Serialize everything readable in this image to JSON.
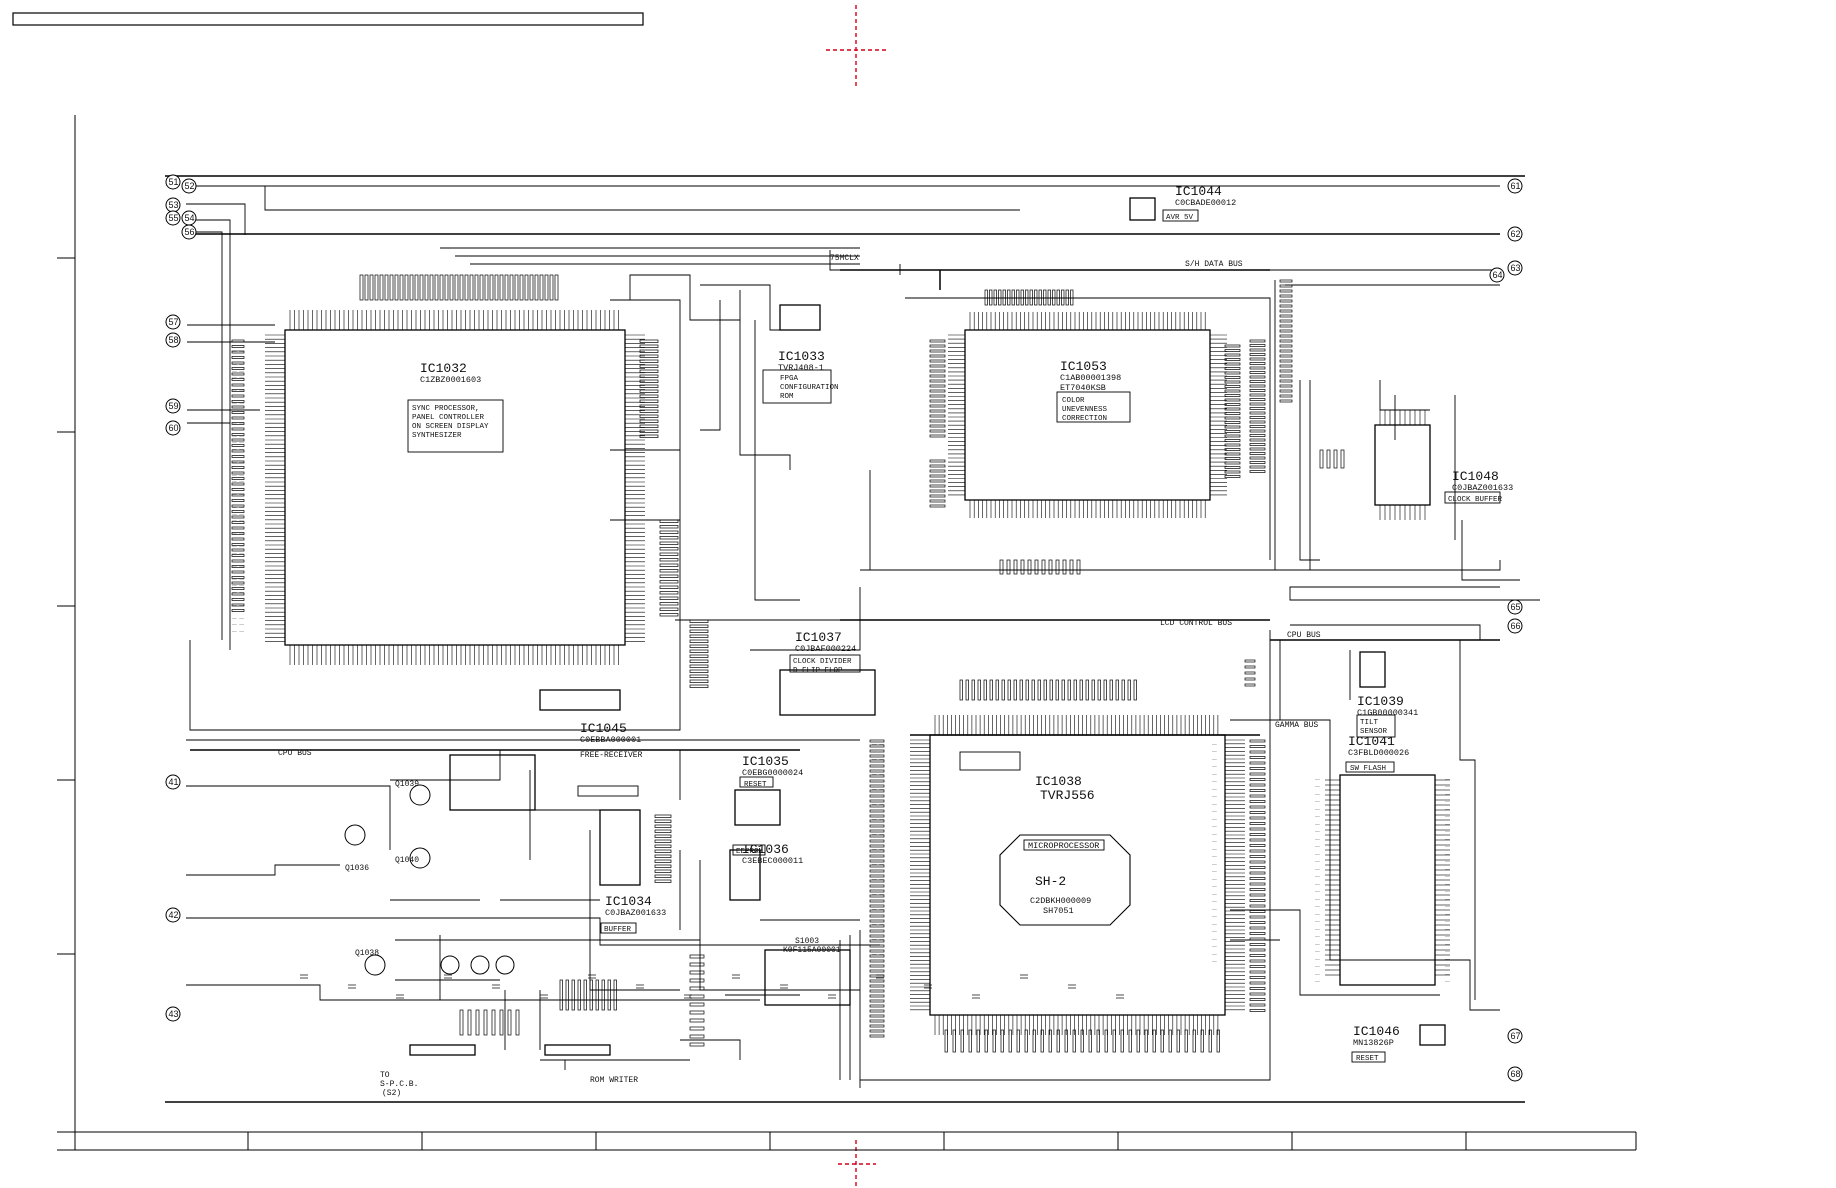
{
  "schematic": {
    "ics": [
      {
        "ref": "IC1032",
        "part": "C1ZBZ0001603",
        "function": [
          "SYNC PROCESSOR,",
          "PANEL CONTROLLER",
          "ON SCREEN DISPLAY",
          "SYNTHESIZER"
        ]
      },
      {
        "ref": "IC1033",
        "part": "TVRJ408-1",
        "function": [
          "FPGA",
          "CONFIGURATION",
          "ROM"
        ]
      },
      {
        "ref": "IC1053",
        "part": "C1AB00001398",
        "part2": "ET7040KSB",
        "function": [
          "COLOR",
          "UNEVENNESS",
          "CORRECTION"
        ]
      },
      {
        "ref": "IC1044",
        "part": "C0CBADE00012",
        "function": [
          "AVR 5V"
        ]
      },
      {
        "ref": "IC1048",
        "part": "C0JBAZ001633",
        "function": [
          "CLOCK BUFFER"
        ]
      },
      {
        "ref": "IC1037",
        "part": "C0JBAF000224",
        "function": [
          "CLOCK DIVIDER",
          "D-FLIP FLOP"
        ]
      },
      {
        "ref": "IC1045",
        "part": "C0EBBA000001",
        "function": []
      },
      {
        "ref": "IC1035",
        "part": "C0EBG0000024",
        "function": [
          "RESET"
        ]
      },
      {
        "ref": "IC1036",
        "part": "C3EBEC000011",
        "function": [
          "EEPROM"
        ]
      },
      {
        "ref": "IC1034",
        "part": "C0JBAZ001633",
        "function": [
          "BUFFER"
        ]
      },
      {
        "ref": "IC1038",
        "part": "TVRJ556",
        "cpu": "SH-2",
        "cpu_caption": "MICROPROCESSOR",
        "part2": "C2DBKH000009",
        "part3": "SH7051",
        "function": []
      },
      {
        "ref": "IC1039",
        "part": "C1GB00000341",
        "function": [
          "TILT",
          "SENSOR"
        ]
      },
      {
        "ref": "IC1041",
        "part": "C3FBLD000026",
        "function": [
          "SW FLASH"
        ]
      },
      {
        "ref": "IC1046",
        "part": "MN13826P",
        "function": [
          "RESET"
        ]
      }
    ],
    "switch": {
      "ref": "S1003",
      "part": "K0F115A00001"
    },
    "buses": [
      "S/H DATA BUS",
      "LCD CONTROL BUS",
      "CPU BUS",
      "GAMMA BUS",
      "CPU BUS"
    ],
    "signals": [
      "75MCLX",
      "FREE-RECEIVER",
      "ROM WRITER"
    ],
    "transistors": [
      "Q1039",
      "Q1040",
      "Q1038",
      "Q1036"
    ],
    "connectors_left": [
      "51",
      "52",
      "53",
      "54",
      "55",
      "56",
      "57",
      "58",
      "59",
      "60",
      "41",
      "42",
      "43"
    ],
    "connectors_right": [
      "61",
      "62",
      "63",
      "64",
      "65",
      "66",
      "67",
      "68"
    ],
    "plug_note": [
      "TO",
      "S-P.C.B.",
      "(S2)"
    ]
  }
}
